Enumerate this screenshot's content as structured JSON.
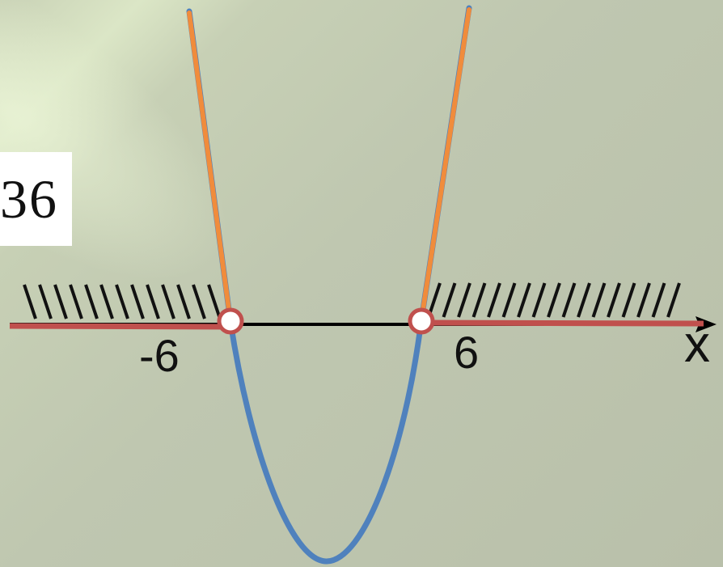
{
  "number_box": {
    "text": "36"
  },
  "diagram": {
    "axis_name": "x",
    "roots": [
      -6,
      6
    ],
    "root_labels": [
      "-6",
      "6"
    ],
    "curve_colors": {
      "above_axis": "#f08c3c",
      "below_axis": "#4f81bd"
    },
    "solution_interval_color": "#c0504d",
    "axis_color": "#000000",
    "point_style": "open"
  }
}
